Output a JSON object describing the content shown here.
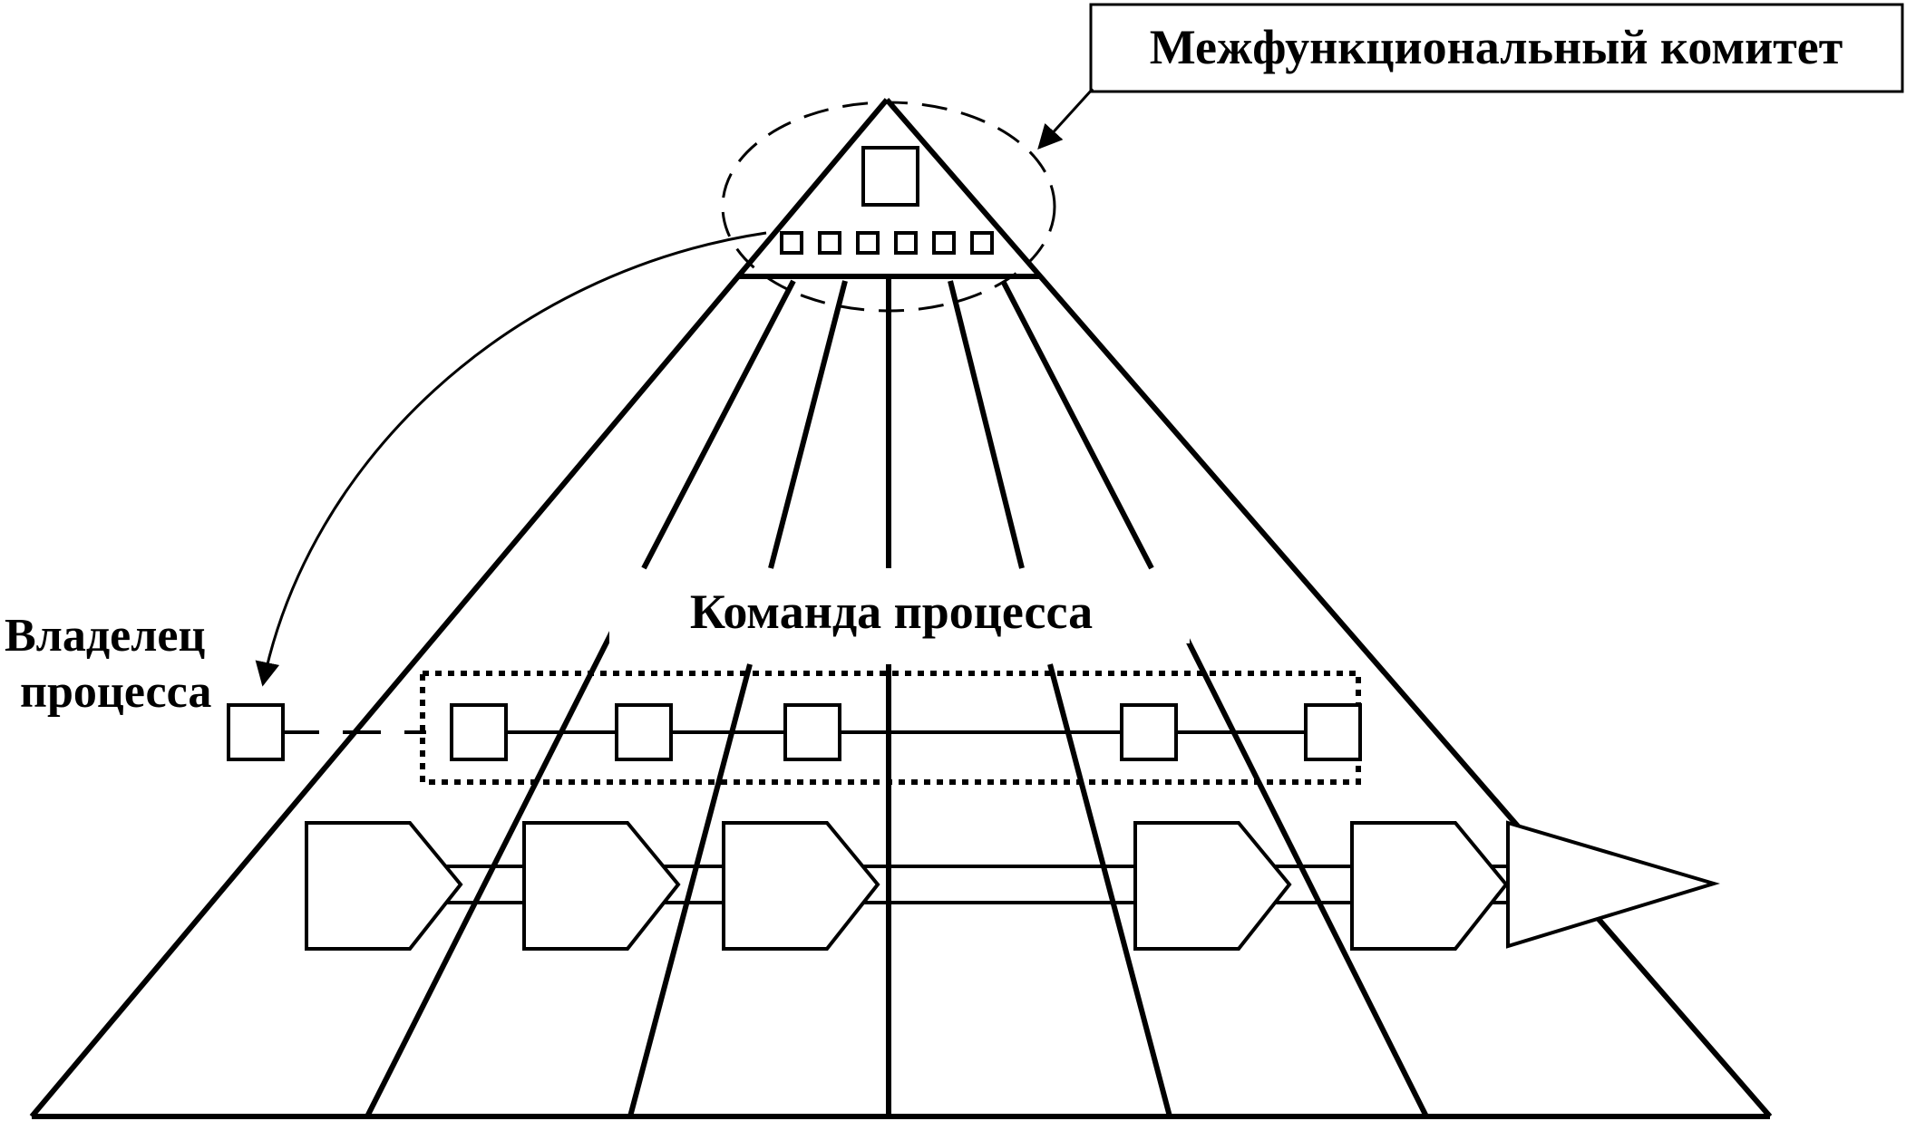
{
  "labels": {
    "committee": "Межфункциональный комитет",
    "process_team": "Команда процесса",
    "process_owner_line1": "Владелец",
    "process_owner_line2": "процесса"
  },
  "colors": {
    "stroke": "#000000",
    "background": "#ffffff"
  }
}
